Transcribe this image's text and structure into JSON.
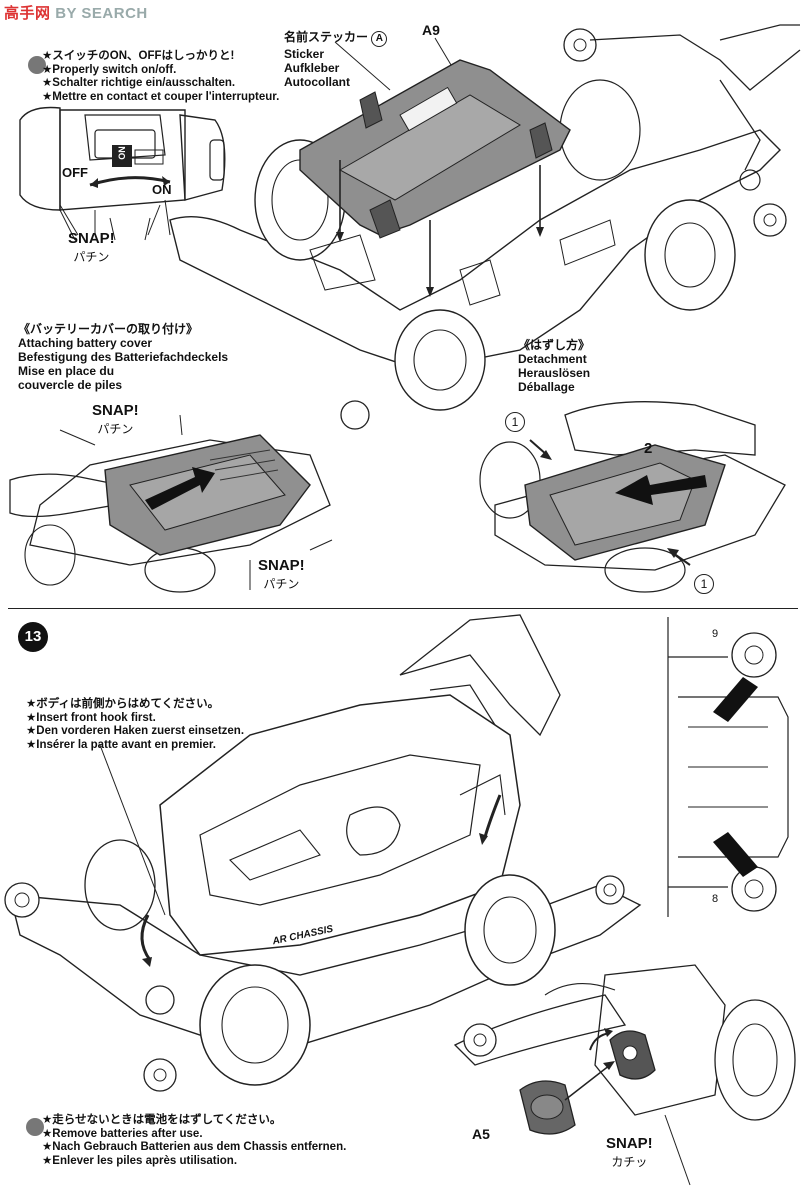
{
  "watermark": {
    "left": "高手网",
    "right": "BY SEARCH"
  },
  "top": {
    "switch_notes": [
      "★スイッチのON、OFFはしっかりと!",
      "★Properly switch on/off.",
      "★Schalter richtige ein/ausschalten.",
      "★Mettre en contact et couper l'interrupteur."
    ],
    "off_label": "OFF",
    "on_label": "ON",
    "switch_text": "ON",
    "snap1": {
      "en": "SNAP!",
      "jp": "パチン"
    },
    "sticker": {
      "lines": [
        "名前ステッカー",
        "Sticker",
        "Aufkleber",
        "Autocollant"
      ],
      "marker": "A"
    },
    "part_a9": "A9",
    "attach": [
      "《バッテリーカバーの取り付け》",
      "Attaching battery cover",
      "Befestigung des Batteriefachdeckels",
      "Mise en place du",
      "couvercle de piles"
    ],
    "snap2": {
      "en": "SNAP!",
      "jp": "パチン"
    },
    "snap3": {
      "en": "SNAP!",
      "jp": "パチン"
    },
    "detach": [
      "《はずし方》",
      "Detachment",
      "Herauslösen",
      "Déballage"
    ],
    "num1a": "1",
    "num2": "2",
    "num1b": "1"
  },
  "step13": {
    "step_number": "13",
    "body_notes": [
      "★ボディは前側からはめてください。",
      "★Insert front hook first.",
      "★Den vorderen Haken zuerst einsetzen.",
      "★Insérer la patte avant en premier."
    ],
    "chassis_logo": "AR CHASSIS",
    "inset_9": "9",
    "inset_8": "8",
    "part_a5": "A5",
    "snap4": {
      "en": "SNAP!",
      "jp": "カチッ"
    },
    "battery_notes": [
      "★走らせないときは電池をはずしてください。",
      "★Remove batteries after use.",
      "★Nach Gebrauch Batterien aus dem Chassis entfernen.",
      "★Enlever les piles après utilisation."
    ]
  }
}
